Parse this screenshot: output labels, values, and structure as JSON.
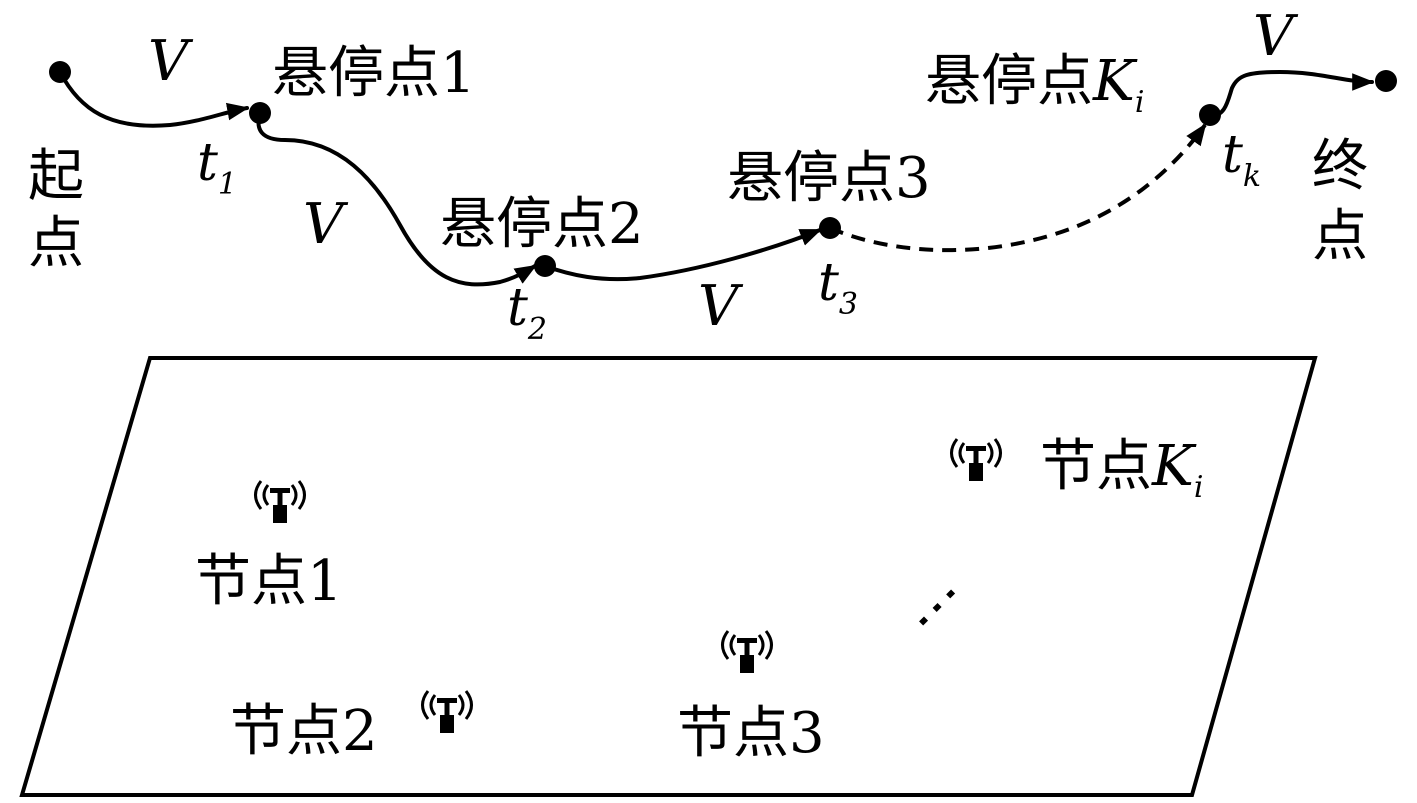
{
  "trajectory": {
    "start_label": "起点",
    "end_label": "终点",
    "speed_symbol": "V",
    "hover_points": [
      {
        "prefix": "悬停点",
        "index": "1",
        "time_main": "t",
        "time_sub": "1"
      },
      {
        "prefix": "悬停点",
        "index": "2",
        "time_main": "t",
        "time_sub": "2"
      },
      {
        "prefix": "悬停点",
        "index": "3",
        "time_main": "t",
        "time_sub": "3"
      },
      {
        "prefix": "悬停点",
        "index_main": "K",
        "index_sub": "i",
        "time_main": "t",
        "time_sub": "k"
      }
    ]
  },
  "ground": {
    "nodes": [
      {
        "prefix": "节点",
        "index": "1",
        "icon": "antenna-icon"
      },
      {
        "prefix": "节点",
        "index": "2",
        "icon": "antenna-icon"
      },
      {
        "prefix": "节点",
        "index": "3",
        "icon": "antenna-icon"
      },
      {
        "prefix": "节点",
        "index_main": "K",
        "index_sub": "i",
        "icon": "antenna-icon"
      }
    ],
    "ellipsis": "⋮"
  },
  "colors": {
    "ink": "#000000",
    "background": "#ffffff"
  }
}
